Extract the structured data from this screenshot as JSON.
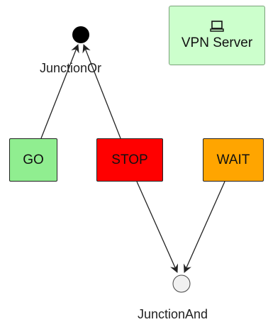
{
  "nodes": {
    "go": {
      "label": "GO",
      "color": "#90ee90"
    },
    "stop": {
      "label": "STOP",
      "color": "#ff0000"
    },
    "wait": {
      "label": "WAIT",
      "color": "#ffa500"
    }
  },
  "junction_or": {
    "label": "JunctionOr",
    "color": "#000000"
  },
  "junction_and": {
    "label": "JunctionAnd",
    "color": "#f1f1f1"
  },
  "vpn_server": {
    "label": "VPN Server",
    "icon": "laptop-icon",
    "color": "#ccffcc"
  }
}
